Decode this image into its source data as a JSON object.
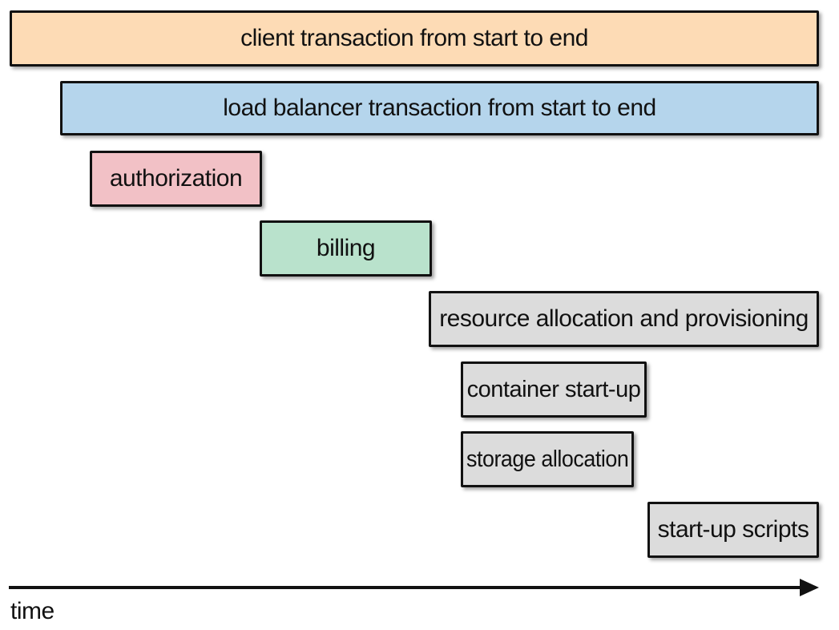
{
  "spans": [
    {
      "label": "client transaction from start to end",
      "color": "#fddbb5"
    },
    {
      "label": "load balancer transaction from start to end",
      "color": "#b5d5ec"
    },
    {
      "label": "authorization",
      "color": "#f2c1c6"
    },
    {
      "label": "billing",
      "color": "#b9e2cc"
    },
    {
      "label": "resource allocation and provisioning",
      "color": "#dcdcdc"
    },
    {
      "label": "container start-up",
      "color": "#dcdcdc"
    },
    {
      "label": "storage allocation",
      "color": "#dcdcdc"
    },
    {
      "label": "start-up scripts",
      "color": "#dcdcdc"
    }
  ],
  "axis": {
    "label": "time"
  }
}
